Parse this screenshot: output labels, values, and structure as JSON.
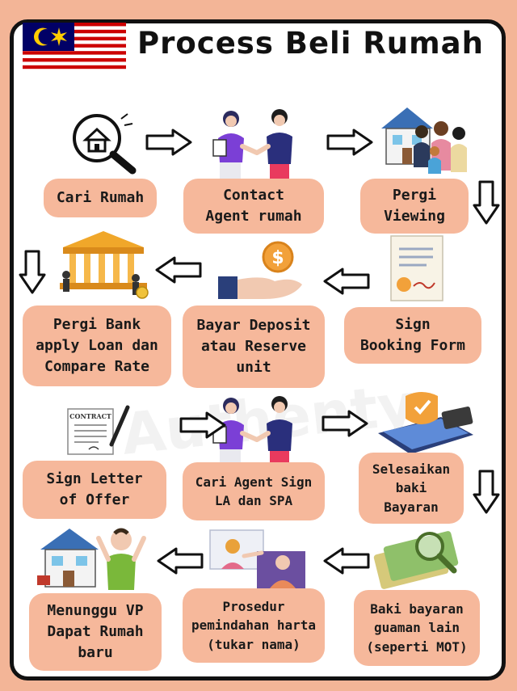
{
  "title": "Process Beli Rumah",
  "watermark": "Authenty",
  "steps": [
    {
      "lines": [
        "Cari Rumah"
      ]
    },
    {
      "lines": [
        "Contact",
        "Agent rumah"
      ]
    },
    {
      "lines": [
        "Pergi",
        "Viewing"
      ]
    },
    {
      "lines": [
        "Sign",
        "Booking Form"
      ]
    },
    {
      "lines": [
        "Bayar Deposit",
        "atau Reserve",
        "unit"
      ]
    },
    {
      "lines": [
        "Pergi Bank",
        "apply Loan dan",
        "Compare Rate"
      ]
    },
    {
      "lines": [
        "Sign Letter",
        "of Offer"
      ]
    },
    {
      "lines": [
        "Cari Agent Sign",
        "LA dan SPA"
      ]
    },
    {
      "lines": [
        "Selesaikan",
        "baki",
        "Bayaran"
      ]
    },
    {
      "lines": [
        "Baki bayaran",
        "guaman lain",
        "(seperti MOT)"
      ]
    },
    {
      "lines": [
        "Prosedur",
        "pemindahan harta",
        "(tukar nama)"
      ]
    },
    {
      "lines": [
        "Menunggu VP",
        "Dapat Rumah",
        "baru"
      ]
    }
  ],
  "illustrations": {
    "contract_text": "CONTRACT",
    "deposit_symbol": "$"
  },
  "colors": {
    "background": "#f3b597",
    "box": "#f6b89b",
    "flag_red": "#cc0001",
    "flag_blue": "#010066",
    "flag_yellow": "#ffcc00"
  }
}
